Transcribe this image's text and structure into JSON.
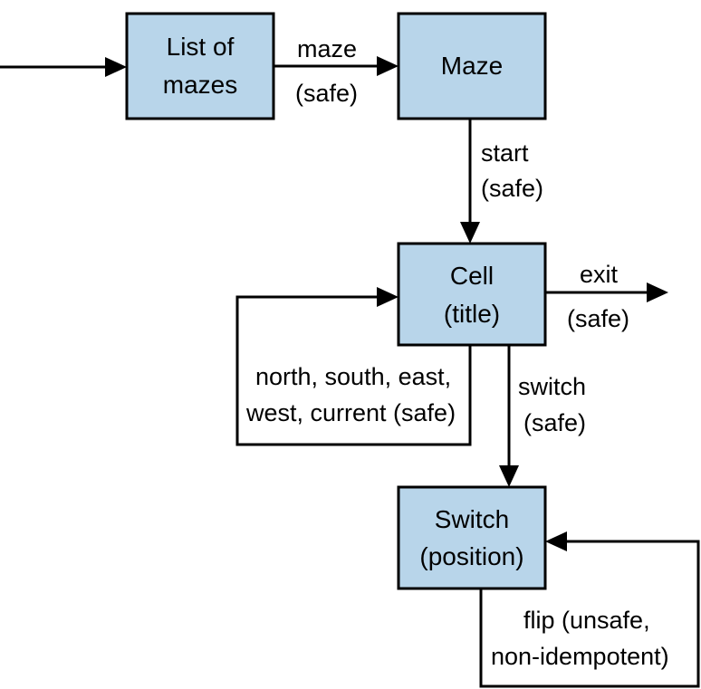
{
  "colors": {
    "box_fill": "#b8d5ea",
    "stroke": "#000000"
  },
  "nodes": {
    "list_of_mazes": {
      "line1": "List of",
      "line2": "mazes"
    },
    "maze": {
      "line1": "Maze"
    },
    "cell": {
      "line1": "Cell",
      "line2": "(title)"
    },
    "switch": {
      "line1": "Switch",
      "line2": "(position)"
    }
  },
  "edges": {
    "maze": {
      "line1": "maze",
      "line2": "(safe)"
    },
    "start": {
      "line1": "start",
      "line2": "(safe)"
    },
    "exit": {
      "line1": "exit",
      "line2": "(safe)"
    },
    "self_loop": {
      "line1": "north, south, east,",
      "line2": "west, current (safe)"
    },
    "switch": {
      "line1": "switch",
      "line2": "(safe)"
    },
    "flip": {
      "line1": "flip (unsafe,",
      "line2": "non-idempotent)"
    }
  }
}
